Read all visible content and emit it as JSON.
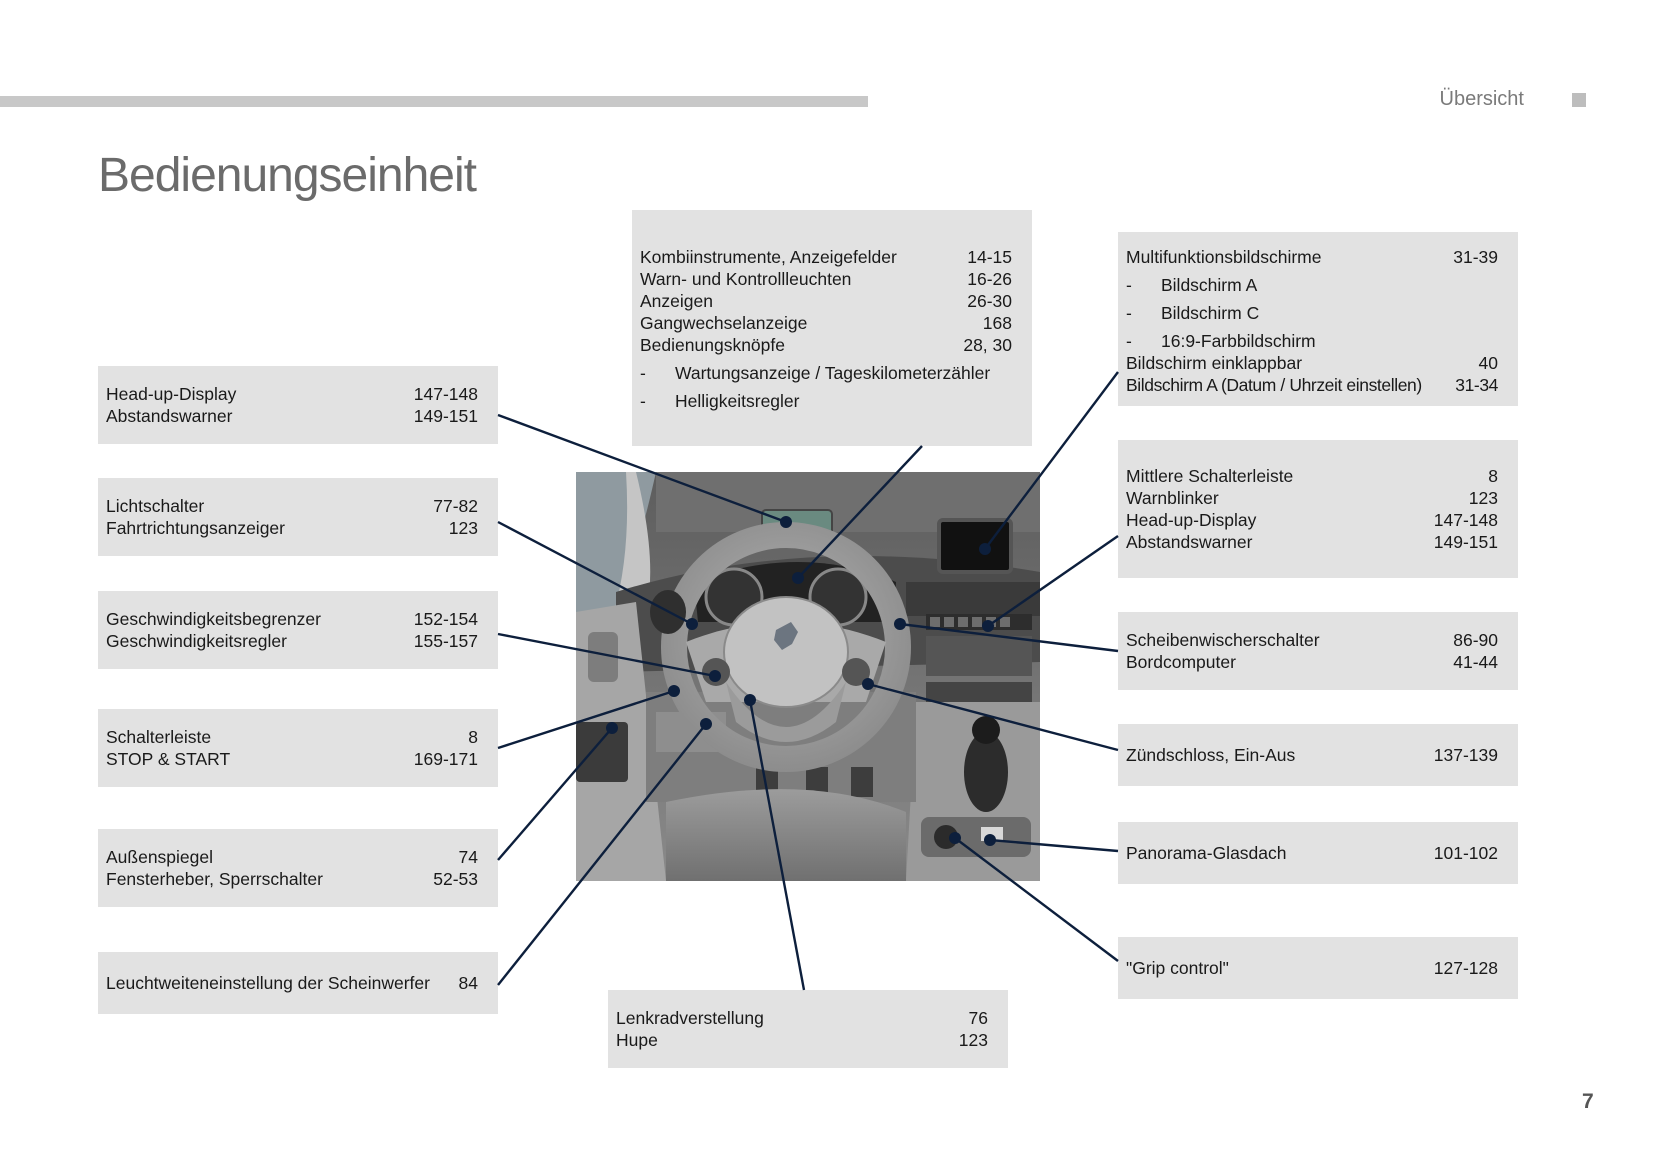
{
  "header": {
    "section": "Übersicht"
  },
  "page": {
    "title": "Bedienungseinheit",
    "number": "7"
  },
  "boxes": {
    "hud": {
      "rows": [
        {
          "label": "Head-up-Display",
          "pages": "147-148"
        },
        {
          "label": "Abstandswarner",
          "pages": "149-151"
        }
      ]
    },
    "lights": {
      "rows": [
        {
          "label": "Lichtschalter",
          "pages": "77-82"
        },
        {
          "label": "Fahrtrichtungsanzeiger",
          "pages": "123"
        }
      ]
    },
    "speed": {
      "rows": [
        {
          "label": "Geschwindigkeitsbegrenzer",
          "pages": "152-154"
        },
        {
          "label": "Geschwindigkeitsregler",
          "pages": "155-157"
        }
      ]
    },
    "switchpanel": {
      "rows": [
        {
          "label": "Schalterleiste",
          "pages": "8"
        },
        {
          "label": "STOP & START",
          "pages": "169-171"
        }
      ]
    },
    "mirrors": {
      "rows": [
        {
          "label": "Außenspiegel",
          "pages": "74"
        },
        {
          "label": "Fensterheber, Sperrschalter",
          "pages": "52-53"
        }
      ]
    },
    "headlamp": {
      "rows": [
        {
          "label": "Leuchtweiteneinstellung der Scheinwerfer",
          "pages": "84"
        }
      ]
    },
    "cluster": {
      "rows": [
        {
          "label": "Kombiinstrumente, Anzeigefelder",
          "pages": "14-15"
        },
        {
          "label": "Warn- und Kontrollleuchten",
          "pages": "16-26"
        },
        {
          "label": "Anzeigen",
          "pages": "26-30"
        },
        {
          "label": "Gangwechselanzeige",
          "pages": "168"
        },
        {
          "label": "Bedienungsknöpfe",
          "pages": "28, 30"
        }
      ],
      "subs": [
        {
          "dash": "-",
          "label": "Wartungsanzeige / Tageskilometerzähler"
        },
        {
          "dash": "-",
          "label": "Helligkeitsregler"
        }
      ]
    },
    "steering": {
      "rows": [
        {
          "label": "Lenkradverstellung",
          "pages": "76"
        },
        {
          "label": "Hupe",
          "pages": "123"
        }
      ]
    },
    "multi": {
      "head": {
        "label": "Multifunktionsbildschirme",
        "pages": "31-39"
      },
      "subs": [
        {
          "dash": "-",
          "label": "Bildschirm A"
        },
        {
          "dash": "-",
          "label": "Bildschirm C"
        },
        {
          "dash": "-",
          "label": "16:9-Farbbildschirm"
        }
      ],
      "tail": [
        {
          "label": "Bildschirm einklappbar",
          "pages": "40"
        },
        {
          "label": "Bildschirm A (Datum / Uhrzeit einstellen)",
          "pages": "31-34"
        }
      ]
    },
    "center": {
      "rows": [
        {
          "label": "Mittlere Schalterleiste",
          "pages": "8"
        },
        {
          "label": "Warnblinker",
          "pages": "123"
        },
        {
          "label": "Head-up-Display",
          "pages": "147-148"
        },
        {
          "label": "Abstandswarner",
          "pages": "149-151"
        }
      ]
    },
    "wiper": {
      "rows": [
        {
          "label": "Scheibenwischerschalter",
          "pages": "86-90"
        },
        {
          "label": "Bordcomputer",
          "pages": "41-44"
        }
      ]
    },
    "ignition": {
      "rows": [
        {
          "label": "Zündschloss, Ein-Aus",
          "pages": "137-139"
        }
      ]
    },
    "roof": {
      "rows": [
        {
          "label": "Panorama-Glasdach",
          "pages": "101-102"
        }
      ]
    },
    "grip": {
      "rows": [
        {
          "label": "\"Grip control\"",
          "pages": "127-128"
        }
      ]
    }
  },
  "colors": {
    "leader_line": "#0d1f3c",
    "box_bg": "#e2e2e2",
    "title": "#6b6b6b"
  }
}
